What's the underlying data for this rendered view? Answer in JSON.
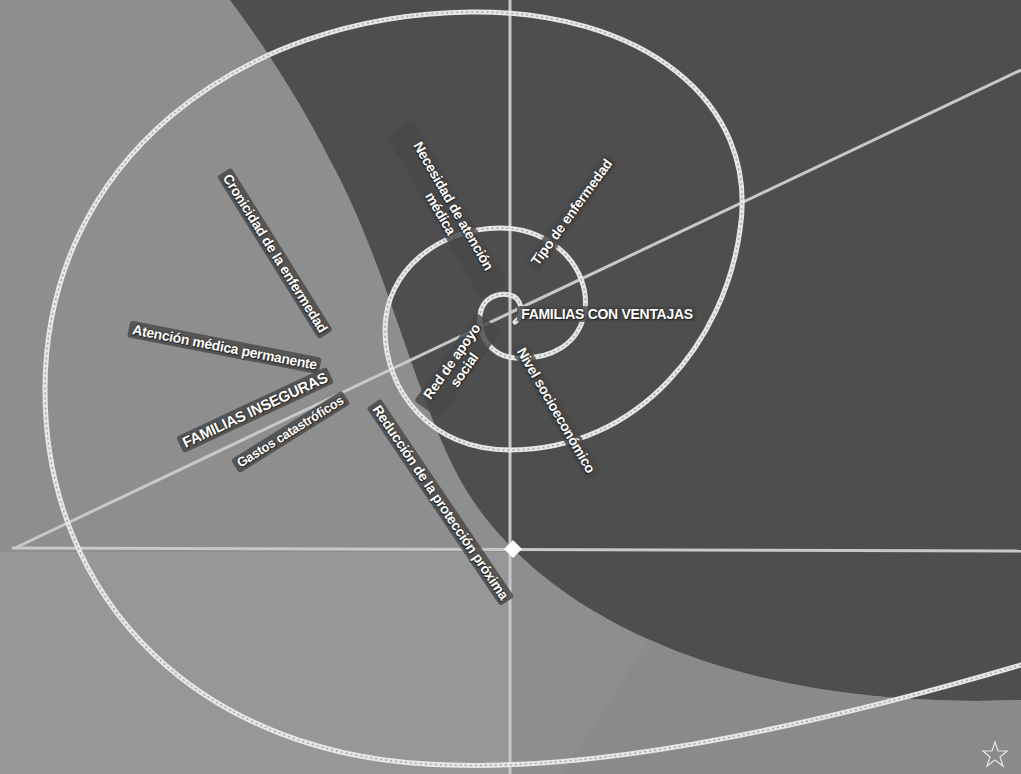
{
  "diagram": {
    "labels": [
      "Necesidad de atención médica",
      "Tipo de enfermedad",
      "FAMILIAS CON VENTAJAS",
      "Cronicidad de la enfermedad",
      "Atención médica permanente",
      "Red de apoyo social",
      "Nivel socioeconómico",
      "FAMILIAS INSEGURAS",
      "Gastos catastróficos",
      "Reducción de la protección próxima"
    ]
  }
}
